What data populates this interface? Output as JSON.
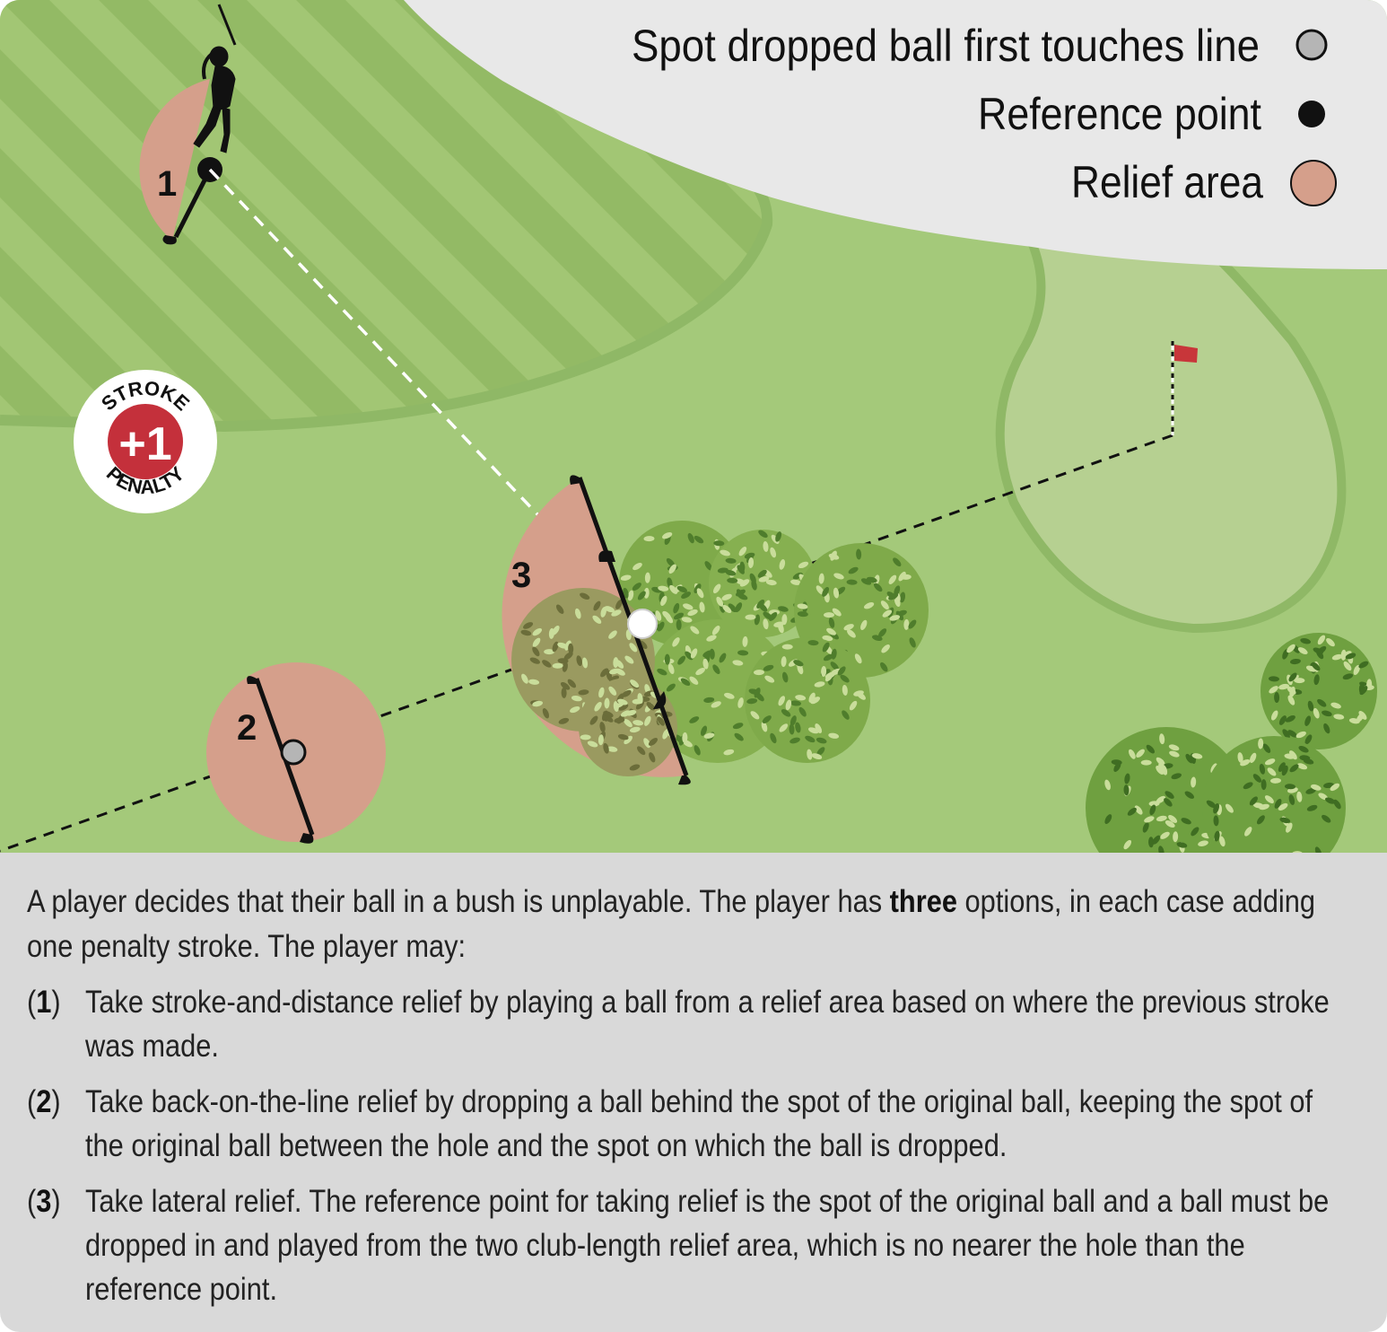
{
  "legend": {
    "items": [
      {
        "label": "Spot dropped ball first touches line",
        "symbol": "grey-circle",
        "color": "#b5b5b5"
      },
      {
        "label": "Reference point",
        "symbol": "black-dot",
        "color": "#000000"
      },
      {
        "label": "Relief area",
        "symbol": "relief-circle",
        "color": "#d59f8b"
      }
    ]
  },
  "badge": {
    "top_text": "STROKE",
    "value": "+1",
    "bottom_text": "PENALTY"
  },
  "areas": {
    "area1_label": "1",
    "area2_label": "2",
    "area3_label": "3"
  },
  "description": {
    "intro_before": "A player decides that their ball in a bush is unplayable. The player has ",
    "intro_bold": "three",
    "intro_after": " options, in each case adding one penalty stroke. The player may:",
    "options": [
      {
        "open": "(",
        "number": "1",
        "close": ")",
        "text": "Take stroke-and-distance relief by playing a ball from a relief area based on where the previous stroke was made."
      },
      {
        "open": "(",
        "number": "2",
        "close": ")",
        "text": "Take back-on-the-line relief by dropping a ball behind the spot of the original ball, keeping the spot of the original ball between the hole and the spot on which the ball is dropped."
      },
      {
        "open": "(",
        "number": "3",
        "close": ")",
        "text": "Take lateral relief. The reference point for taking relief is the spot of the original ball and a ball must be dropped in and played from the two club-length relief area, which is no nearer the hole than the reference point."
      }
    ]
  },
  "colors": {
    "rough": "#a4c97a",
    "fairway_light": "#a2c674",
    "fairway_dark": "#93ba65",
    "green": "#b6d091",
    "sky": "#e8e8e8",
    "relief": "#d59f8b",
    "penalty_red": "#c4303b",
    "flag_red": "#c8363a",
    "panel": "#d9d9d9"
  }
}
